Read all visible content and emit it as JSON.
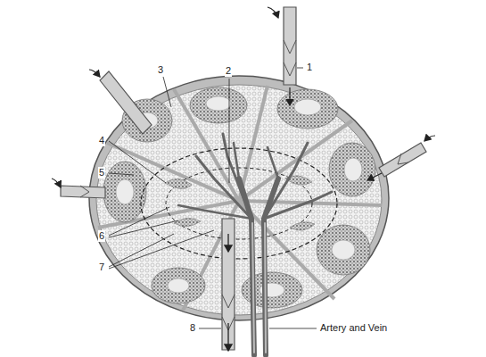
{
  "diagram": {
    "labels": [
      "1",
      "2",
      "3",
      "4",
      "5",
      "6",
      "7",
      "8",
      "Artery and Vein"
    ]
  }
}
